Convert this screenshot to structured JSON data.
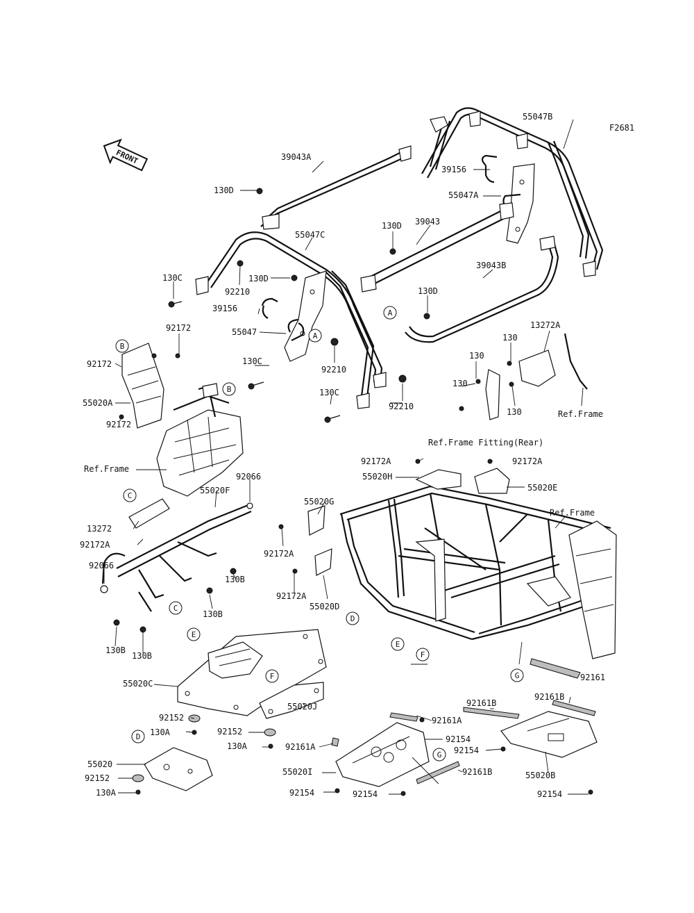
{
  "diagram": {
    "figure_code": "F2681",
    "front_label": "FRONT",
    "labels": [
      {
        "id": "p55047B",
        "text": "55047B"
      },
      {
        "id": "p39043A",
        "text": "39043A"
      },
      {
        "id": "p130D_a",
        "text": "130D"
      },
      {
        "id": "p39156_a",
        "text": "39156"
      },
      {
        "id": "p55047A",
        "text": "55047A"
      },
      {
        "id": "p130D_b",
        "text": "130D"
      },
      {
        "id": "p39043",
        "text": "39043"
      },
      {
        "id": "p55047C",
        "text": "55047C"
      },
      {
        "id": "p130C_a",
        "text": "130C"
      },
      {
        "id": "p92210_a",
        "text": "92210"
      },
      {
        "id": "p130D_c",
        "text": "130D"
      },
      {
        "id": "p39043B",
        "text": "39043B"
      },
      {
        "id": "p130D_d",
        "text": "130D"
      },
      {
        "id": "p39156_b",
        "text": "39156"
      },
      {
        "id": "p55047",
        "text": "55047"
      },
      {
        "id": "p92172_a",
        "text": "92172"
      },
      {
        "id": "p13272A",
        "text": "13272A"
      },
      {
        "id": "p130_a",
        "text": "130"
      },
      {
        "id": "p130_b",
        "text": "130"
      },
      {
        "id": "p130C_b",
        "text": "130C"
      },
      {
        "id": "p92210_b",
        "text": "92210"
      },
      {
        "id": "p92172_b",
        "text": "92172"
      },
      {
        "id": "p130_c",
        "text": "130"
      },
      {
        "id": "p55020A",
        "text": "55020A"
      },
      {
        "id": "p130C_c",
        "text": "130C"
      },
      {
        "id": "p92210_c",
        "text": "92210"
      },
      {
        "id": "p130_d",
        "text": "130"
      },
      {
        "id": "pRefFrame_a",
        "text": "Ref.Frame"
      },
      {
        "id": "p92172_c",
        "text": "92172"
      },
      {
        "id": "pRefFitting",
        "text": "Ref.Frame Fitting(Rear)"
      },
      {
        "id": "p92172A_a",
        "text": "92172A"
      },
      {
        "id": "p92172A_b",
        "text": "92172A"
      },
      {
        "id": "p55020H",
        "text": "55020H"
      },
      {
        "id": "p55020E",
        "text": "55020E"
      },
      {
        "id": "pRefFrame_b",
        "text": "Ref.Frame"
      },
      {
        "id": "p92066_a",
        "text": "92066"
      },
      {
        "id": "p55020F",
        "text": "55020F"
      },
      {
        "id": "p55020G",
        "text": "55020G"
      },
      {
        "id": "pRefFrame_c",
        "text": "Ref.Frame"
      },
      {
        "id": "p13272",
        "text": "13272"
      },
      {
        "id": "p92172A_c",
        "text": "92172A"
      },
      {
        "id": "p92172A_d",
        "text": "92172A"
      },
      {
        "id": "p92066_b",
        "text": "92066"
      },
      {
        "id": "p130B_a",
        "text": "130B"
      },
      {
        "id": "p92172A_e",
        "text": "92172A"
      },
      {
        "id": "p55020D",
        "text": "55020D"
      },
      {
        "id": "p130B_b",
        "text": "130B"
      },
      {
        "id": "p130B_c",
        "text": "130B"
      },
      {
        "id": "p130B_d",
        "text": "130B"
      },
      {
        "id": "p55020C",
        "text": "55020C"
      },
      {
        "id": "p92161",
        "text": "92161"
      },
      {
        "id": "p92161B_a",
        "text": "92161B"
      },
      {
        "id": "p92161B_b",
        "text": "92161B"
      },
      {
        "id": "p92161A",
        "text": "92161A"
      },
      {
        "id": "p92152_a",
        "text": "92152"
      },
      {
        "id": "p55020J",
        "text": "55020J"
      },
      {
        "id": "p130A_a",
        "text": "130A"
      },
      {
        "id": "p92152_b",
        "text": "92152"
      },
      {
        "id": "p92154_a",
        "text": "92154"
      },
      {
        "id": "p130A_b",
        "text": "130A"
      },
      {
        "id": "p92161A_b",
        "text": "92161A"
      },
      {
        "id": "p92154_b",
        "text": "92154"
      },
      {
        "id": "p55020",
        "text": "55020"
      },
      {
        "id": "p55020I",
        "text": "55020I"
      },
      {
        "id": "p92161B_c",
        "text": "92161B"
      },
      {
        "id": "p55020B",
        "text": "55020B"
      },
      {
        "id": "p92152_c",
        "text": "92152"
      },
      {
        "id": "p130A_c",
        "text": "130A"
      },
      {
        "id": "p92154_c",
        "text": "92154"
      },
      {
        "id": "p92154_d",
        "text": "92154"
      },
      {
        "id": "p92154_e",
        "text": "92154"
      }
    ],
    "callouts": [
      {
        "id": "cA1",
        "letter": "A"
      },
      {
        "id": "cA2",
        "letter": "A"
      },
      {
        "id": "cB1",
        "letter": "B"
      },
      {
        "id": "cB2",
        "letter": "B"
      },
      {
        "id": "cC1",
        "letter": "C"
      },
      {
        "id": "cC2",
        "letter": "C"
      },
      {
        "id": "cD1",
        "letter": "D"
      },
      {
        "id": "cD2",
        "letter": "D"
      },
      {
        "id": "cE1",
        "letter": "E"
      },
      {
        "id": "cE2",
        "letter": "E"
      },
      {
        "id": "cF1",
        "letter": "F"
      },
      {
        "id": "cF2",
        "letter": "F"
      },
      {
        "id": "cG1",
        "letter": "G"
      },
      {
        "id": "cG2",
        "letter": "G"
      }
    ]
  }
}
